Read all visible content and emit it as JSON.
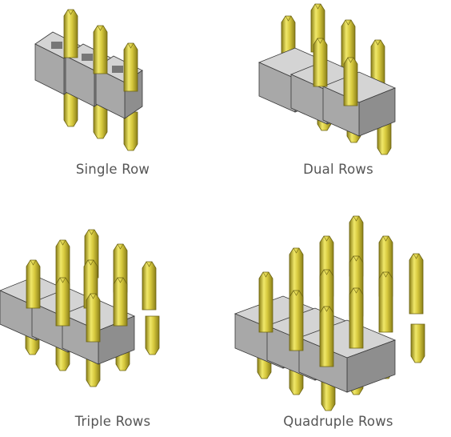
{
  "variants": [
    {
      "id": "single",
      "label": "Single Row"
    },
    {
      "id": "dual",
      "label": "Dual Rows"
    },
    {
      "id": "triple",
      "label": "Triple Rows"
    },
    {
      "id": "quadruple",
      "label": "Quadruple Rows"
    }
  ],
  "colors": {
    "housing_front": "#a8a8a8",
    "housing_top": "#d4d4d4",
    "housing_side": "#8e8e8e",
    "housing_edge": "#3a3a3a",
    "pin_light": "#f0e86a",
    "pin_mid": "#cfc13a",
    "pin_dark": "#8a7f18",
    "label_text": "#555555"
  },
  "icons": [
    "pin-header-connector-illustration"
  ]
}
